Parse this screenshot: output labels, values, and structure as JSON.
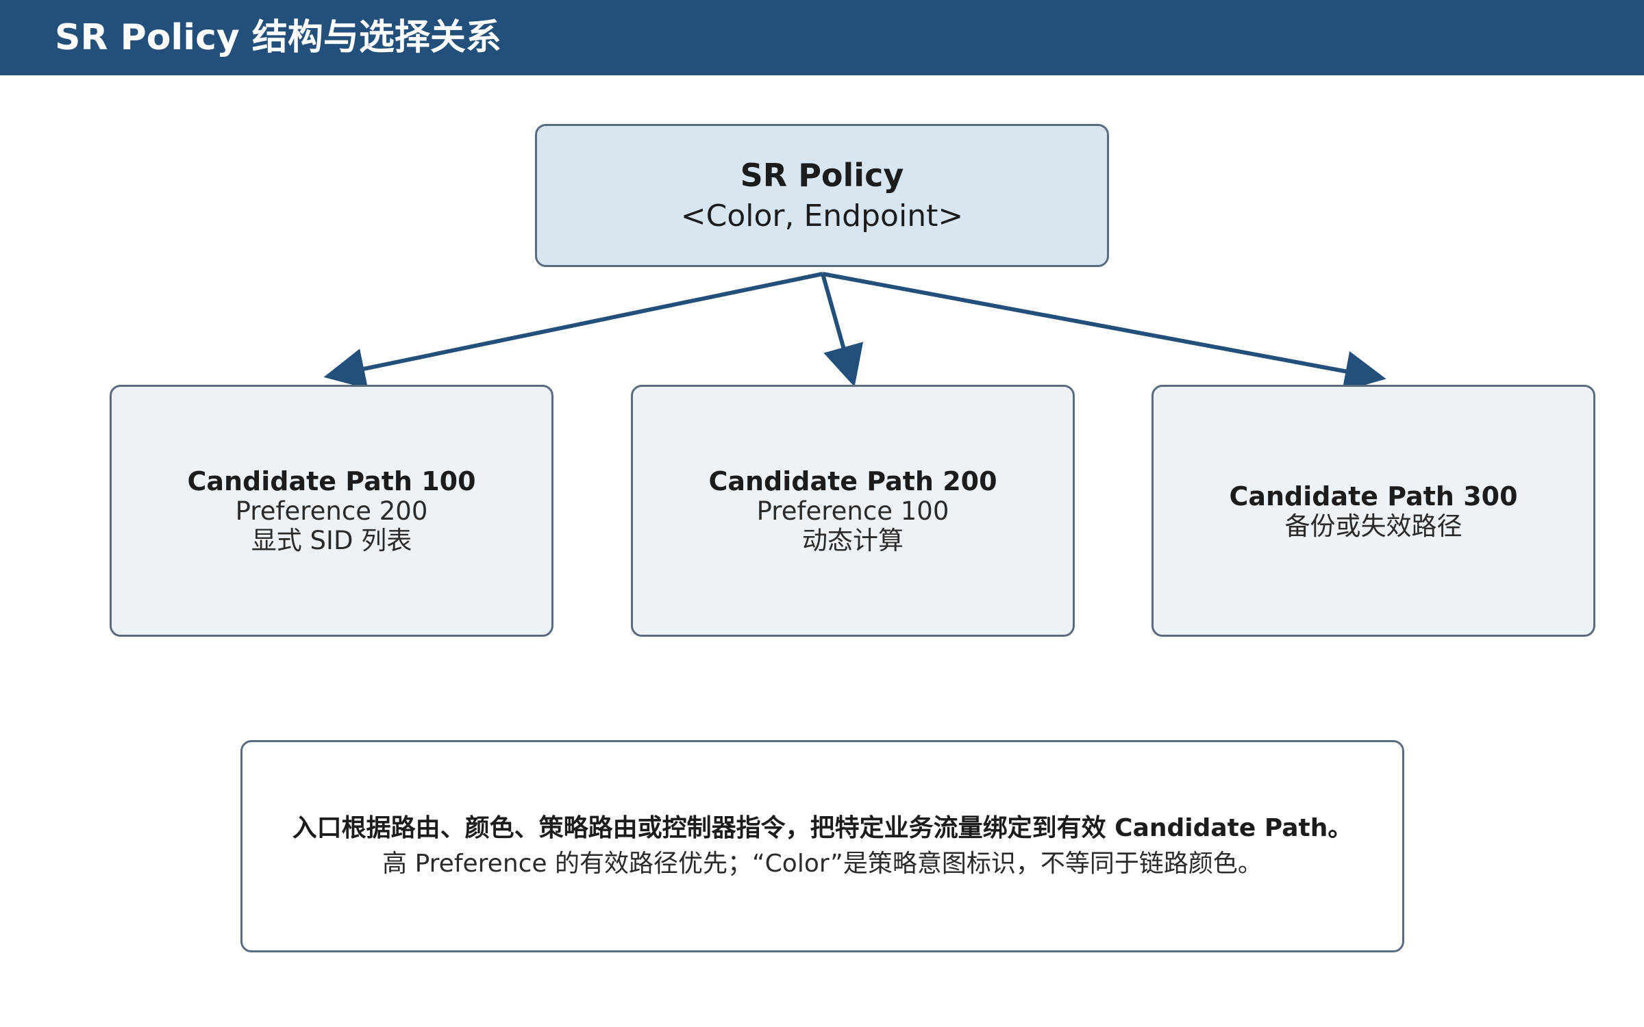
{
  "header": {
    "title": "SR Policy 结构与选择关系"
  },
  "policy": {
    "title": "SR Policy",
    "subtitle": "<Color, Endpoint>"
  },
  "candidate_paths": [
    {
      "title": "Candidate Path 100",
      "lines": [
        "Preference 200",
        "显式 SID 列表"
      ]
    },
    {
      "title": "Candidate Path 200",
      "lines": [
        "Preference 100",
        "动态计算"
      ]
    },
    {
      "title": "Candidate Path 300",
      "lines": [
        "备份或失效路径"
      ]
    }
  ],
  "note": {
    "main": "入口根据路由、颜色、策略路由或控制器指令，把特定业务流量绑定到有效 Candidate Path。",
    "sub": "高 Preference 的有效路径优先；“Color”是策略意图标识，不等同于链路颜色。"
  },
  "colors": {
    "header_bg": "#23507a",
    "policy_fill": "#d8e6f2",
    "path_fill": "#edf2f7",
    "border": "#5b6b7e",
    "arrow": "#23507a"
  }
}
